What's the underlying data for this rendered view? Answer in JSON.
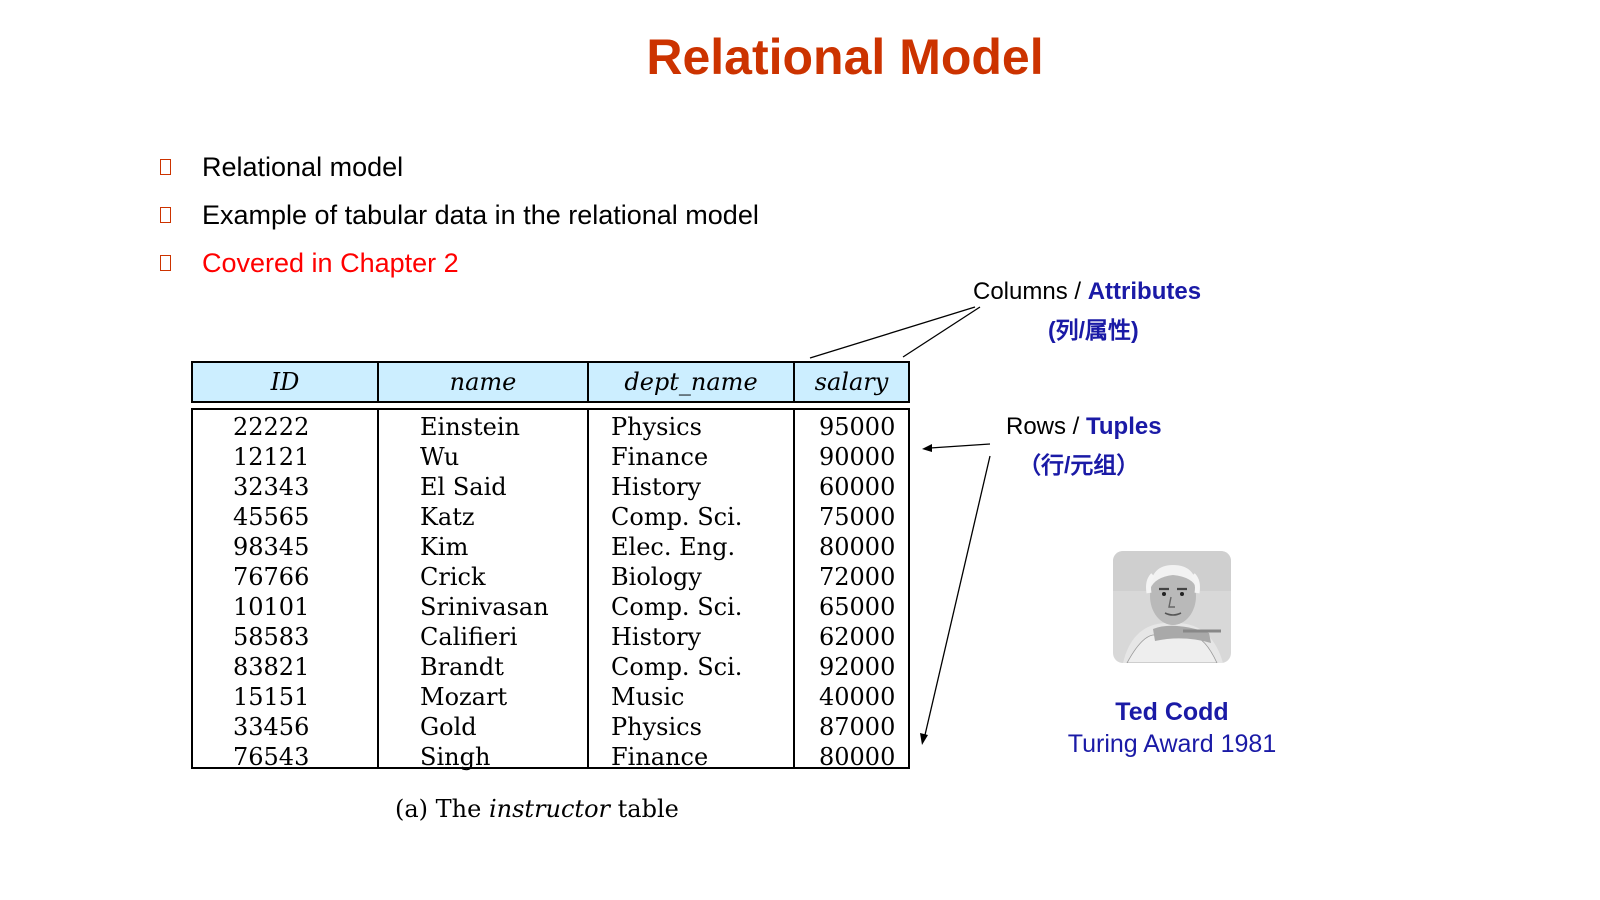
{
  "slide": {
    "title": "Relational Model",
    "bullets": [
      {
        "text": "Relational model",
        "color": "#000000"
      },
      {
        "text": "Example of tabular data in the relational model",
        "color": "#000000"
      },
      {
        "text": "Covered in Chapter 2",
        "color": "#ff0000"
      }
    ]
  },
  "table": {
    "headers": [
      "ID",
      "name",
      "dept_name",
      "salary"
    ],
    "ids": [
      "22222",
      "12121",
      "32343",
      "45565",
      "98345",
      "76766",
      "10101",
      "58583",
      "83821",
      "15151",
      "33456",
      "76543"
    ],
    "names": [
      "Einstein",
      "Wu",
      "El Said",
      "Katz",
      "Kim",
      "Crick",
      "Srinivasan",
      "Califieri",
      "Brandt",
      "Mozart",
      "Gold",
      "Singh"
    ],
    "depts": [
      "Physics",
      "Finance",
      "History",
      "Comp. Sci.",
      "Elec. Eng.",
      "Biology",
      "Comp. Sci.",
      "History",
      "Comp. Sci.",
      "Music",
      "Physics",
      "Finance"
    ],
    "salaries": [
      "95000",
      "90000",
      "60000",
      "75000",
      "80000",
      "72000",
      "65000",
      "62000",
      "92000",
      "40000",
      "87000",
      "80000"
    ],
    "caption_prefix": "(a) The ",
    "caption_italic": "instructor",
    "caption_suffix": " table"
  },
  "annotations": {
    "columns_label": "Columns / ",
    "columns_term": "Attributes",
    "columns_cn": "(列/属性)",
    "rows_label": "Rows / ",
    "rows_term": "Tuples",
    "rows_cn": "（行/元组）"
  },
  "person": {
    "name": "Ted Codd",
    "award": "Turing Award 1981"
  },
  "colors": {
    "title": "#cc3300",
    "accent_blue": "#1a1aa6",
    "header_bg": "#cceeff"
  }
}
